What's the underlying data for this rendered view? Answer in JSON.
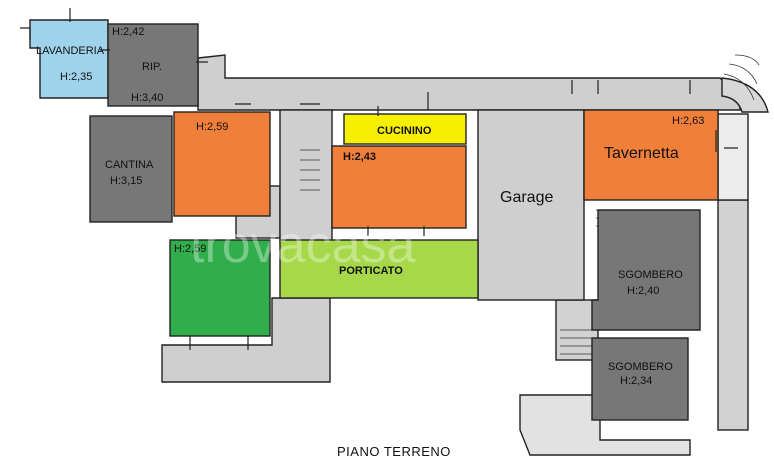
{
  "plan": {
    "caption": "PIANO TERRENO",
    "watermark": "trovacasa",
    "colors": {
      "orange": "#f07f3a",
      "gray": "#777777",
      "light_gray": "#cfcfcf",
      "yellow": "#f6f000",
      "lime": "#a6d84a",
      "green": "#2fae4b",
      "blue": "#9fd3ec"
    },
    "rooms": {
      "lavanderia": {
        "name": "LAVANDERIA",
        "height": "H:2,35"
      },
      "rip": {
        "name": "RIP.",
        "height_top": "H:2,42",
        "height_bottom": "H:3,40"
      },
      "cantina": {
        "name": "CANTINA",
        "height": "H:3,15"
      },
      "orange_room": {
        "height": "H:2,59"
      },
      "cucinino": {
        "name": "CUCININO"
      },
      "central_room": {
        "height": "H:2,43"
      },
      "garage": {
        "name": "Garage"
      },
      "tavernetta": {
        "name": "Tavernetta",
        "height": "H:2,63"
      },
      "porticato": {
        "name": "PORTICATO"
      },
      "green_room": {
        "height": "H:2,59"
      },
      "sgombero_1": {
        "name": "SGOMBERO",
        "height": "H:2,40"
      },
      "sgombero_2": {
        "name": "SGOMBERO",
        "height": "H:2,34"
      }
    }
  }
}
